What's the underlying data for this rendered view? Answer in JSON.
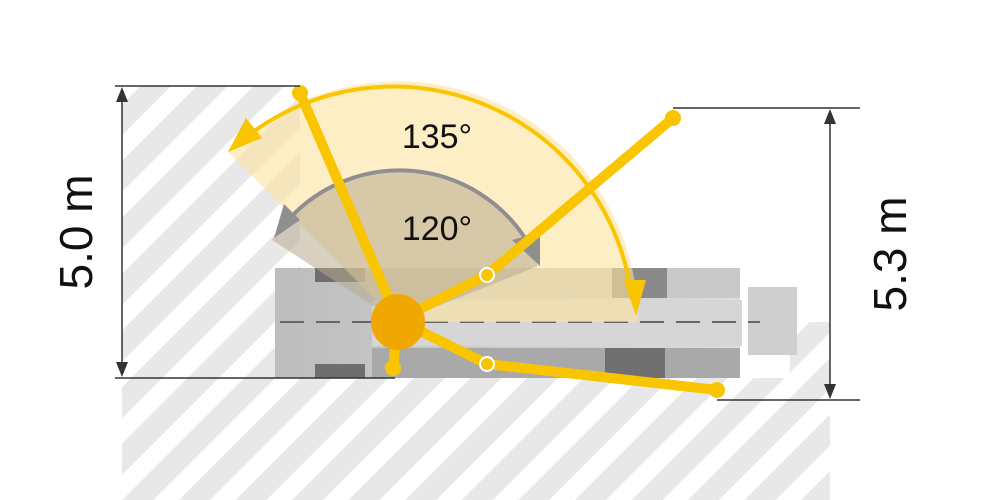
{
  "dimensions": {
    "left_height": "5.0 m",
    "right_height": "5.3 m"
  },
  "angles": {
    "outer": "135°",
    "inner": "120°"
  },
  "colors": {
    "boom_yellow": "#f9c500",
    "pivot_orange": "#eea800",
    "sector_fill": "#fdeebf",
    "inner_arc_gray": "#8f8f8f",
    "hatch_gray": "#e6e6e6"
  }
}
